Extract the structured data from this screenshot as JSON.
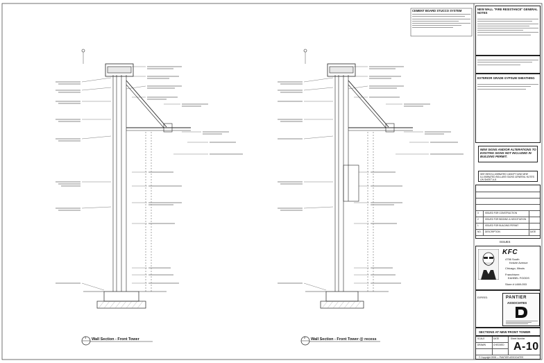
{
  "notes": {
    "wall_fire_title": "NEW WALL \"FIRE RESISTANCE\" GENERAL NOTES",
    "stucco_title": "CEMENT BOARD STUCCO SYSTEM",
    "exterior_title": "EXTERIOR GRADE GYPSUM SHEATHING",
    "permit_note": "NEW SIGNS AND/OR ALTERATIONS TO EXISTING SIGNS NOT INCLUDED IN BUILDING PERMIT.",
    "canopy_note": "SEE NEW ILLUMINATED CANOPY AND NEW ILLUMINATED BOLLARD SIGNS GENERAL NOTES ON SHEET A-8."
  },
  "issues": {
    "title": "ISSUES",
    "rows": [
      {
        "no": "3",
        "desc": "ISSUED FOR CONSTRUCTION"
      },
      {
        "no": "2",
        "desc": "ISSUED FOR BIDDING & NEGOTIATION"
      },
      {
        "no": "1",
        "desc": "ISSUED FOR BUILDING PERMIT"
      }
    ],
    "col_no": "NO.",
    "col_desc": "DESCRIPTION",
    "col_date": "DATE"
  },
  "client": {
    "brand": "KFC",
    "line1": "4756 South",
    "line2": "Kedzie Avenue",
    "city": "Chicago, Illinois",
    "franchisee_label": "Franchisee:",
    "franchisee": "EAHBEL FOODS",
    "store": "Store # L669-053"
  },
  "architect": {
    "name_top": "PANTIER",
    "name_bottom": "ASSOCIATES",
    "stamp_label": "EXPIRES:"
  },
  "sheet": {
    "title": "SECTIONS AT NEW FRONT TOWER",
    "number_label": "Sheet Number",
    "number": "A-10",
    "scale_label": "SCALE",
    "date_label": "DATE",
    "drawn_label": "DRAWN",
    "checked_label": "CHECKED",
    "copyright": "© Copyright 2008 — PANTIER ASSOCIATES"
  },
  "sections": [
    {
      "marker": "1",
      "title": "Wall Section - Front Tower"
    },
    {
      "marker": "2",
      "title": "Wall Section - Front Tower @ recess"
    }
  ]
}
